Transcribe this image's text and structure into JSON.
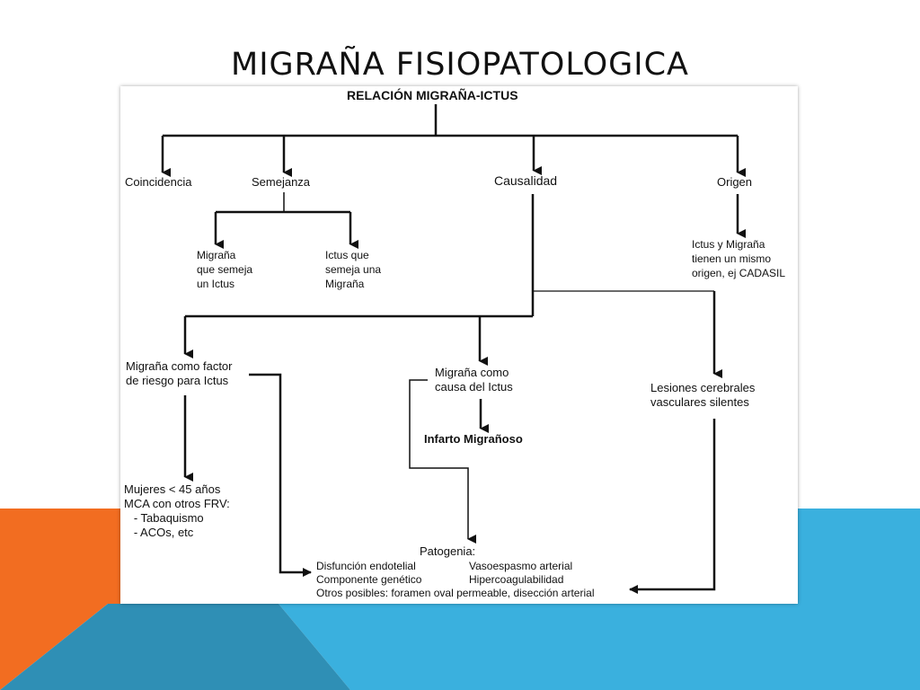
{
  "slide": {
    "title": "MIGRAÑA FISIOPATOLOGICA",
    "colors": {
      "orange": "#f26d21",
      "blue": "#3ab0de",
      "dark_blue": "#2f8fb5"
    }
  },
  "diagram": {
    "root": "RELACIÓN MIGRAÑA-ICTUS",
    "branches": {
      "coincidencia": "Coincidencia",
      "semejanza": "Semejanza",
      "causalidad": "Causalidad",
      "origen": "Origen"
    },
    "semejanza_children": {
      "migrana_semeja_ictus": "Migraña\nque semeja\nun Ictus",
      "ictus_semeja_migrana": "Ictus que\nsemeja una\nMigraña"
    },
    "origen_child": "Ictus y Migraña\ntienen un mismo\norigen, ej CADASIL",
    "causalidad_children": {
      "factor_riesgo": "Migraña como factor\nde riesgo para Ictus",
      "causa": "Migraña como\ncausa del Ictus",
      "lesiones": "Lesiones cerebrales\nvasculares silentes"
    },
    "infarto": "Infarto Migrañoso",
    "mujeres": "Mujeres < 45 años\nMCA con otros FRV:\n   - Tabaquismo\n   - ACOs, etc",
    "patogenia": {
      "title": "Patogenia:",
      "col1": "Disfunción endotelial\nComponente genético",
      "col2": "Vasoespasmo arterial\nHipercoagulabilidad",
      "otros": "Otros posibles: foramen oval permeable, disección arterial"
    }
  }
}
